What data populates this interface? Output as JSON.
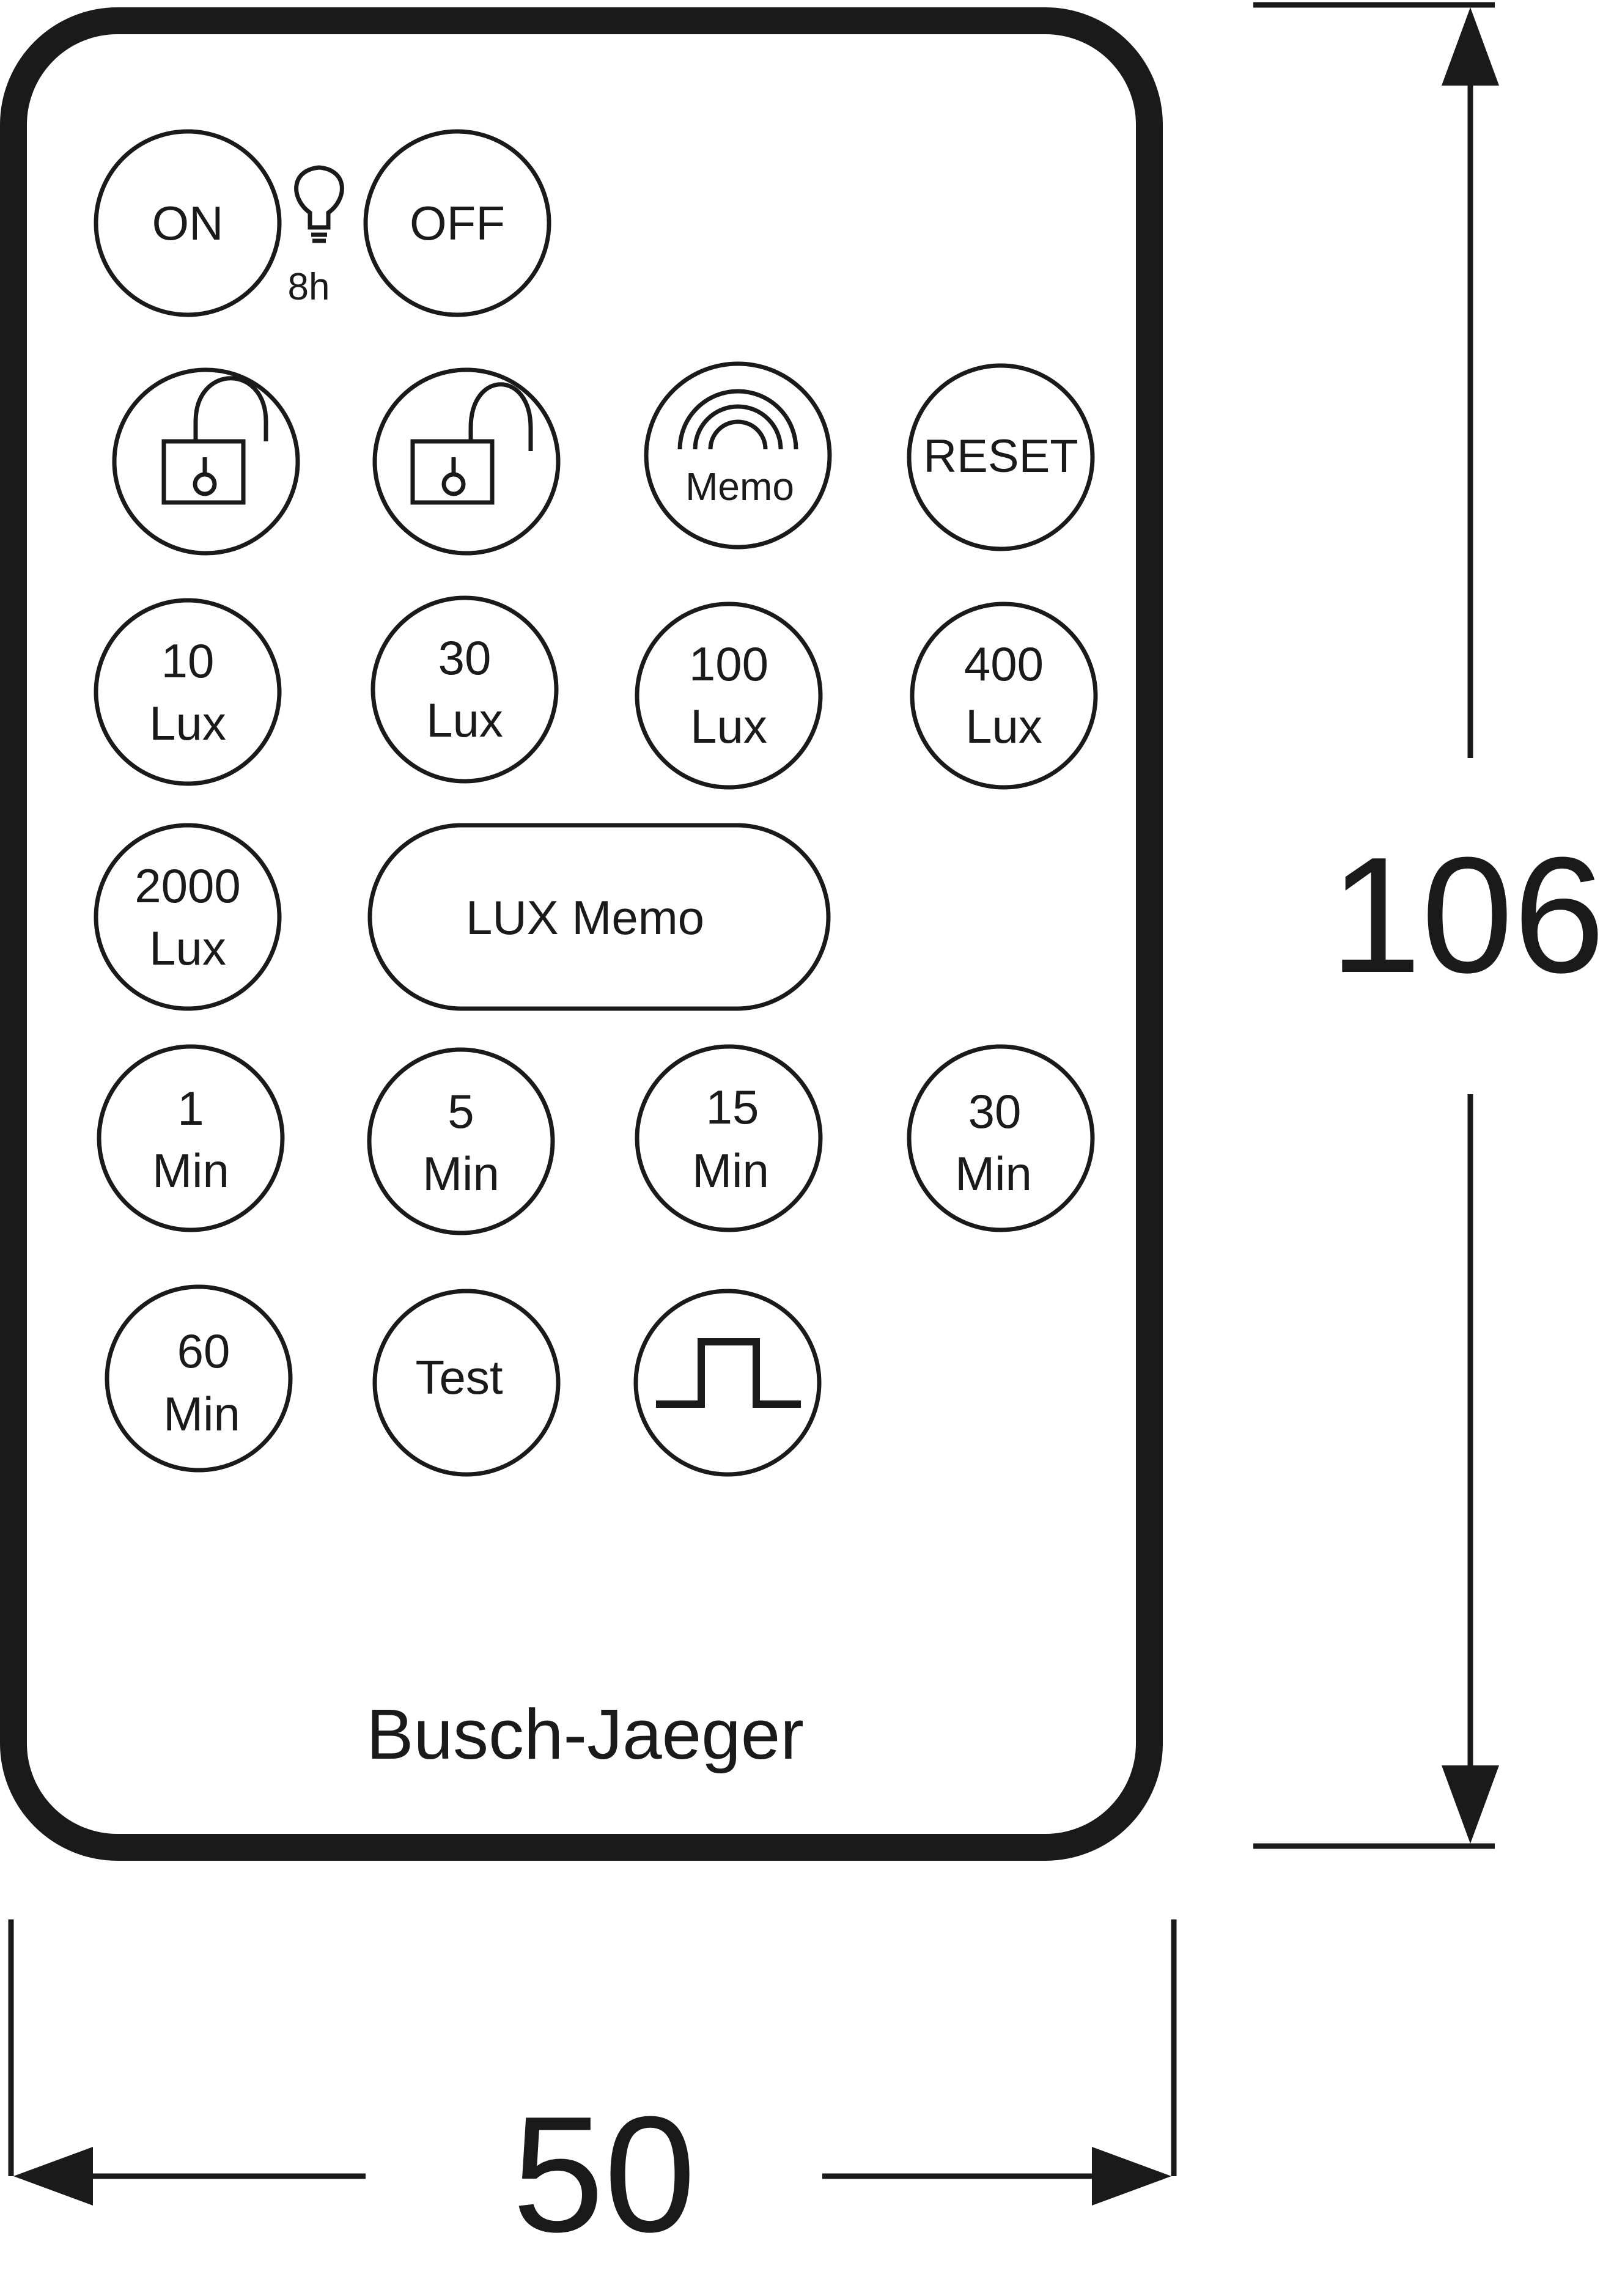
{
  "buttons": {
    "on": "ON",
    "off": "OFF",
    "eight_hours": "8h",
    "memo": "Memo",
    "reset": "RESET",
    "lux_10": [
      "10",
      "Lux"
    ],
    "lux_30": [
      "30",
      "Lux"
    ],
    "lux_100": [
      "100",
      "Lux"
    ],
    "lux_400": [
      "400",
      "Lux"
    ],
    "lux_2000": [
      "2000",
      "Lux"
    ],
    "lux_memo": "LUX Memo",
    "min_1": [
      "1",
      "Min"
    ],
    "min_5": [
      "5",
      "Min"
    ],
    "min_15": [
      "15",
      "Min"
    ],
    "min_30": [
      "30",
      "Min"
    ],
    "min_60": [
      "60",
      "Min"
    ],
    "test": "Test"
  },
  "brand": "Busch-Jaeger",
  "dimensions": {
    "height": "106",
    "width": "50"
  },
  "icons": {
    "bulb": "light-bulb-icon",
    "lock": "lock-closed-icon",
    "unlock": "lock-open-icon",
    "memo": "signal-arcs-icon",
    "pulse": "pulse-wave-icon"
  },
  "colors": {
    "line": "#1a1a1a",
    "background": "#ffffff"
  }
}
